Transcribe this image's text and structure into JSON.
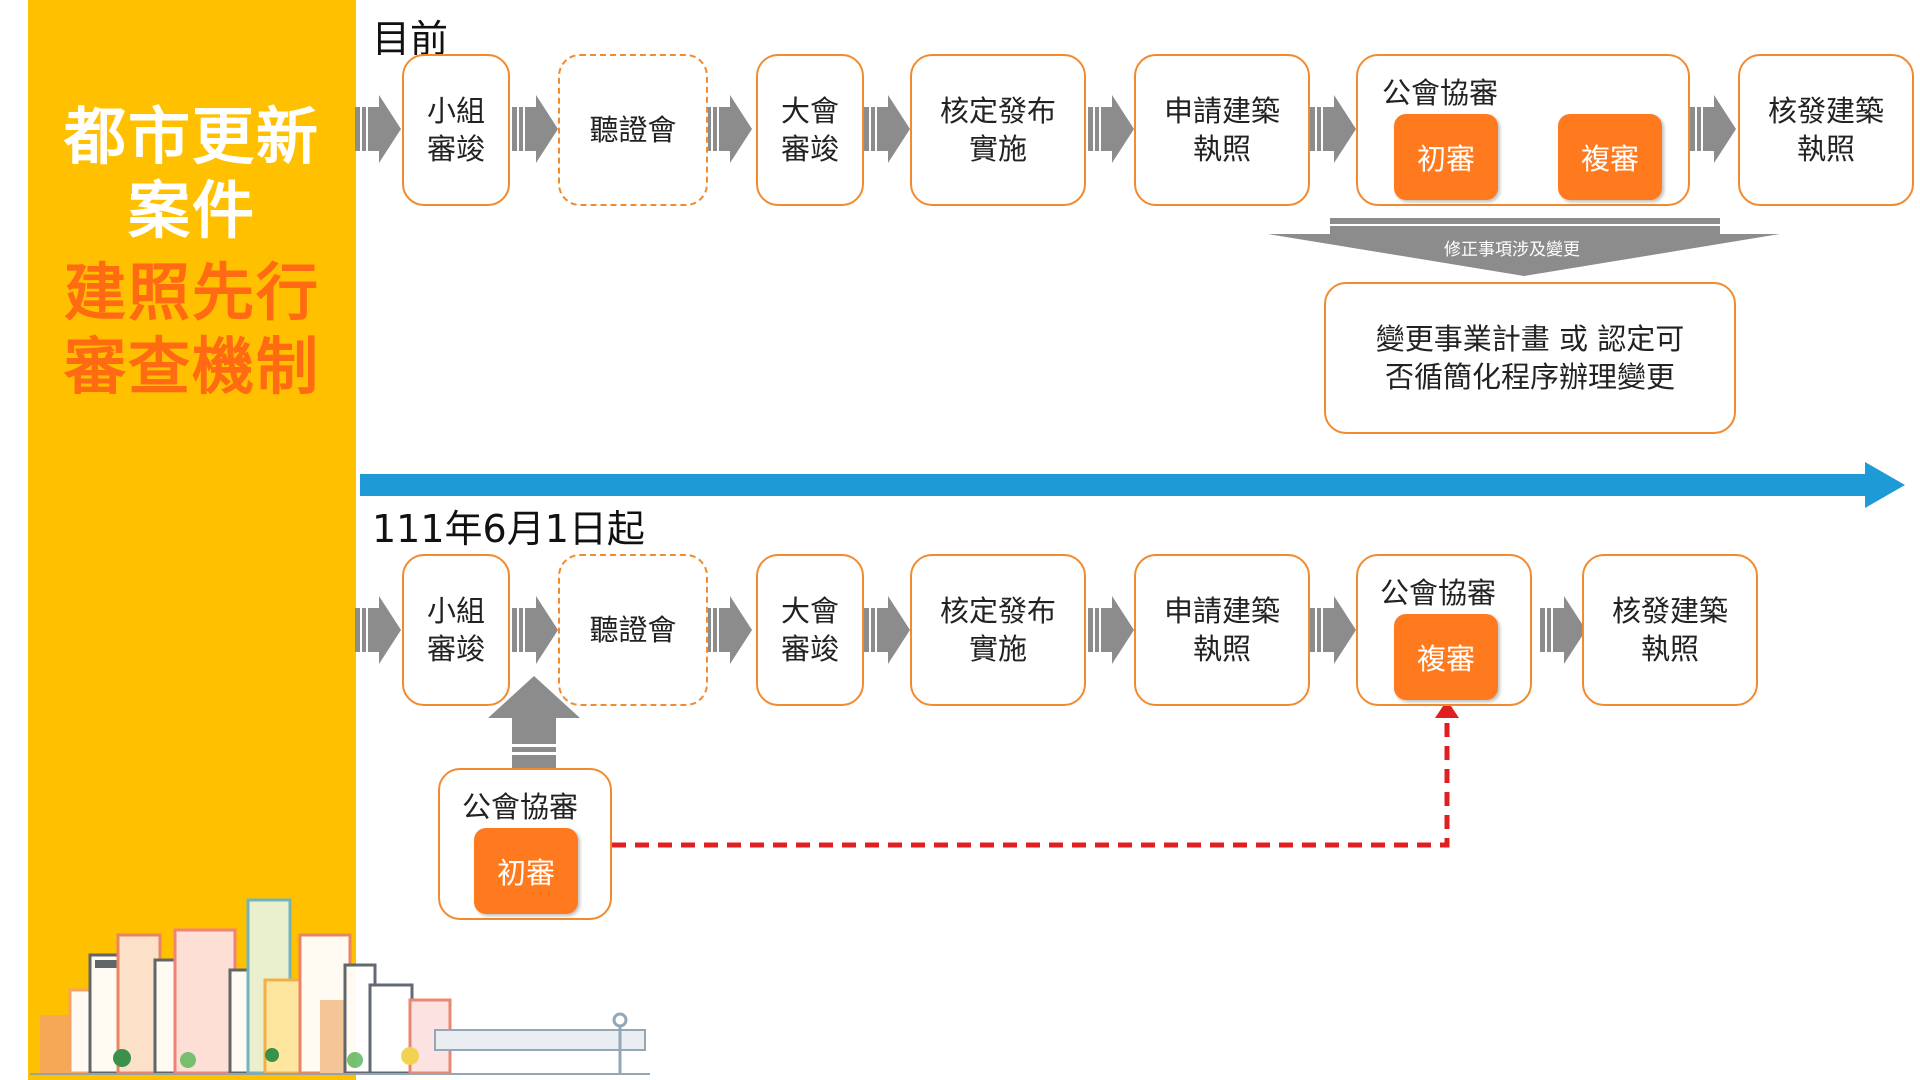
{
  "sidebar": {
    "title_white": [
      "都市更新",
      "案件"
    ],
    "title_orange": [
      "建照先行",
      "審查機制"
    ],
    "background": "#FFC000",
    "orange_text": "#FF6A13"
  },
  "current": {
    "label": "目前",
    "steps": [
      {
        "text": "小組\n審竣"
      },
      {
        "text": "聽證會"
      },
      {
        "text": "大會\n審竣"
      },
      {
        "text": "核定發布\n實施"
      },
      {
        "text": "申請建築\n執照"
      },
      {
        "title": "公會協審",
        "sub": [
          "初審",
          "複審"
        ]
      },
      {
        "text": "核發建築\n執照"
      }
    ],
    "revision_label": "修正事項涉及變更",
    "revision_box": "變更事業計畫 或 認定可\n否循簡化程序辦理變更"
  },
  "new": {
    "label": "111年6月1日起",
    "steps": [
      {
        "text": "小組\n審竣"
      },
      {
        "text": "聽證會"
      },
      {
        "text": "大會\n審竣"
      },
      {
        "text": "核定發布\n實施"
      },
      {
        "text": "申請建築\n執照"
      },
      {
        "title": "公會協審",
        "sub": [
          "複審"
        ]
      },
      {
        "text": "核發建築\n執照"
      }
    ],
    "pre_review": {
      "title": "公會協審",
      "sub": "初審"
    }
  },
  "colors": {
    "box_border": "#F28A2E",
    "pill": "#FF7A1F",
    "flow_arrow": "#8C8C8C",
    "timeline": "#1E9BD7",
    "dashed_link": "#E02020"
  }
}
